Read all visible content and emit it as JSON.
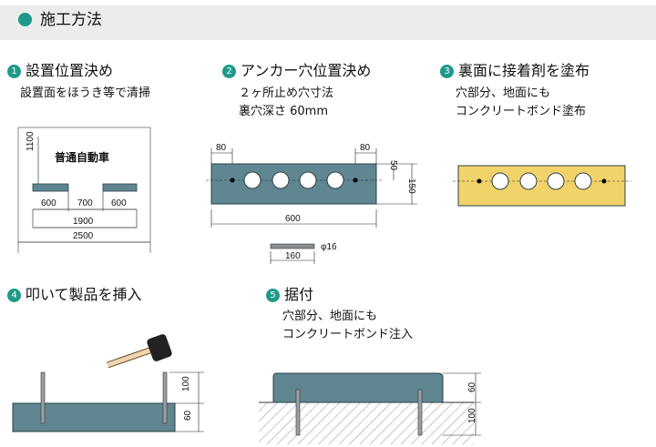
{
  "header": {
    "title": "施工方法"
  },
  "steps": [
    {
      "num": "1",
      "title": "設置位置決め",
      "lines": [
        "設置面をほうき等で清掃"
      ]
    },
    {
      "num": "2",
      "title": "アンカー穴位置決め",
      "lines": [
        "２ヶ所止め穴寸法",
        "裏穴深さ 60mm"
      ]
    },
    {
      "num": "3",
      "title": "裏面に接着剤を塗布",
      "lines": [
        "穴部分、地面にも",
        "コンクリートボンド塗布"
      ]
    },
    {
      "num": "4",
      "title": "叩いて製品を挿入",
      "lines": []
    },
    {
      "num": "5",
      "title": "据付",
      "lines": [
        "穴部分、地面にも",
        "コンクリートボンド注入"
      ]
    }
  ],
  "diagram1": {
    "car_label": "普通自動車",
    "height": "1100",
    "block": "600",
    "gap": "700",
    "block2": "600",
    "span": "1900",
    "total": "2500"
  },
  "diagram2": {
    "edge_left": "80",
    "edge_right": "80",
    "hole_offset": "50",
    "height": "150",
    "length": "600",
    "bolt_length": "160",
    "bolt_dia": "φ16"
  },
  "diagram4": {
    "d1": "100",
    "d2": "60"
  },
  "diagram5": {
    "d1": "60",
    "d2": "100"
  },
  "colors": {
    "accent": "#1f9a8a",
    "block": "#5f8691",
    "glue": "#f2d36a"
  }
}
